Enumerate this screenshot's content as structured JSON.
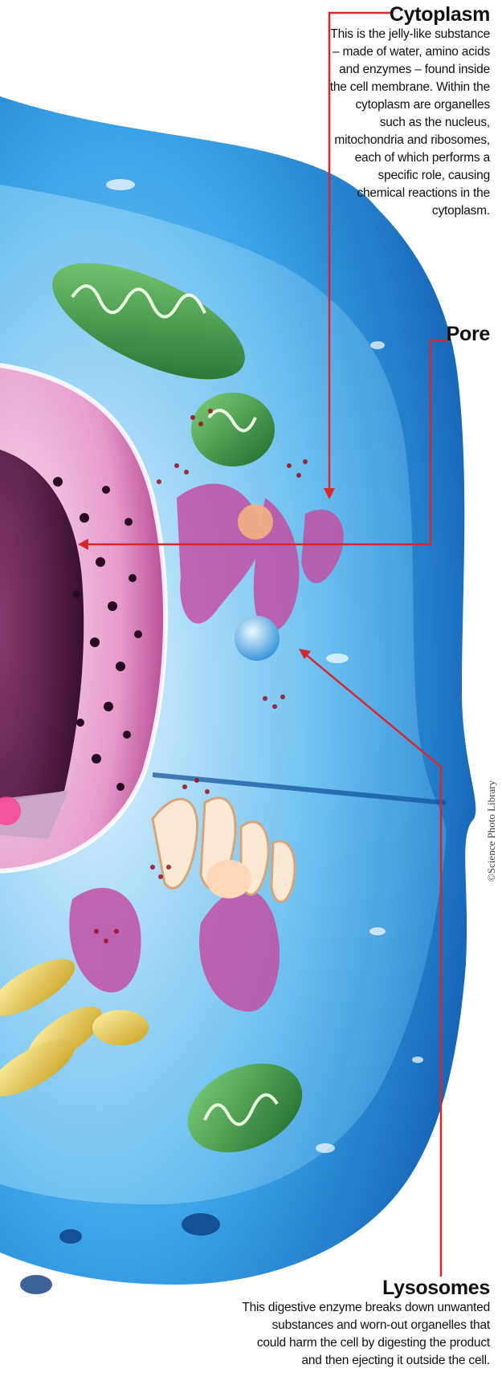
{
  "labels": {
    "cytoplasm": {
      "title": "Cytoplasm",
      "description": "This is the jelly-like substance – made of water, amino acids and enzymes – found inside the cell membrane. Within the cytoplasm are organelles such as the nucleus, mitochondria and ribosomes, each of which performs a specific role, causing chemical reactions in the cytoplasm."
    },
    "pore": {
      "title": "Pore"
    },
    "lysosomes": {
      "title": "Lysosomes",
      "description": "This digestive enzyme breaks down unwanted substances and worn-out organelles that could harm the cell by digesting the product and then ejecting it outside the cell."
    }
  },
  "credit": "©Science Photo Library",
  "colors": {
    "leader_line": "#d9262c",
    "cell_blue": "#1f87d6",
    "nucleus_pink": "#e07ab8",
    "mitochondria_green": "#2f8a3a"
  }
}
